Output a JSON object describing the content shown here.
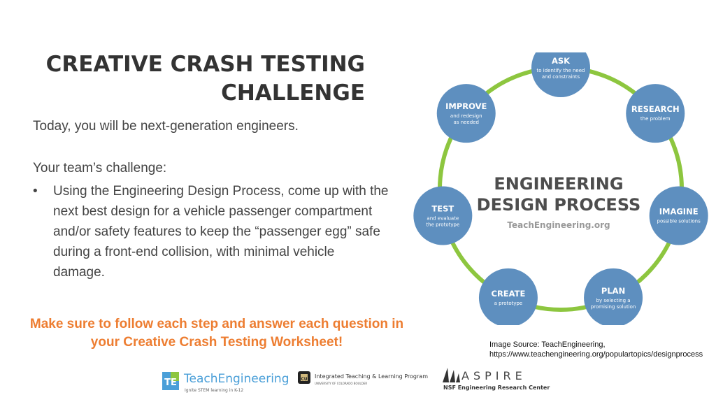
{
  "slide": {
    "title_line1": "CREATIVE CRASH TESTING",
    "title_line2": "CHALLENGE",
    "intro": "Today, you will be next-generation engineers.",
    "challenge_label": "Your team’s challenge:",
    "bullet": "Using the Engineering Design Process, come up with the next best design for a vehicle passenger compartment and/or safety features to keep the “passenger egg” safe during a front-end collision, with minimal vehicle damage.",
    "callout": "Make sure to follow each step and answer each question in your Creative Crash Testing Worksheet!",
    "source_line1": "Image Source: TeachEngineering,",
    "source_line2": "https://www.teachengineering.org/populartopics/designprocess"
  },
  "diagram": {
    "center_line1": "ENGINEERING",
    "center_line2": "DESIGN PROCESS",
    "center_url": "TeachEngineering.org",
    "colors": {
      "node": "#5E8FBF",
      "ring": "#8DC63F",
      "center_text": "#4D4D4D",
      "url_text": "#999999"
    },
    "steps": [
      {
        "name": "ASK",
        "line1": "to identify the need",
        "line2": "and constraints"
      },
      {
        "name": "RESEARCH",
        "line1": "the problem",
        "line2": ""
      },
      {
        "name": "IMAGINE",
        "line1": "possible solutions",
        "line2": ""
      },
      {
        "name": "PLAN",
        "line1": "by selecting a",
        "line2": "promising solution"
      },
      {
        "name": "CREATE",
        "line1": "a prototype",
        "line2": ""
      },
      {
        "name": "TEST",
        "line1": "and evaluate",
        "line2": "the prototype"
      },
      {
        "name": "IMPROVE",
        "line1": "and redesign",
        "line2": "as needed"
      }
    ]
  },
  "logos": {
    "teach_mark": "TE",
    "teach_name": "TeachEngineering",
    "teach_tagline": "Ignite STEM learning in K-12",
    "itl_mark": "CU",
    "itl_name": "Integrated Teaching & Learning Program",
    "itl_sub": "UNIVERSITY OF COLORADO BOULDER",
    "aspire_name": "ASPIRE",
    "aspire_sub": "NSF Engineering Research Center"
  }
}
